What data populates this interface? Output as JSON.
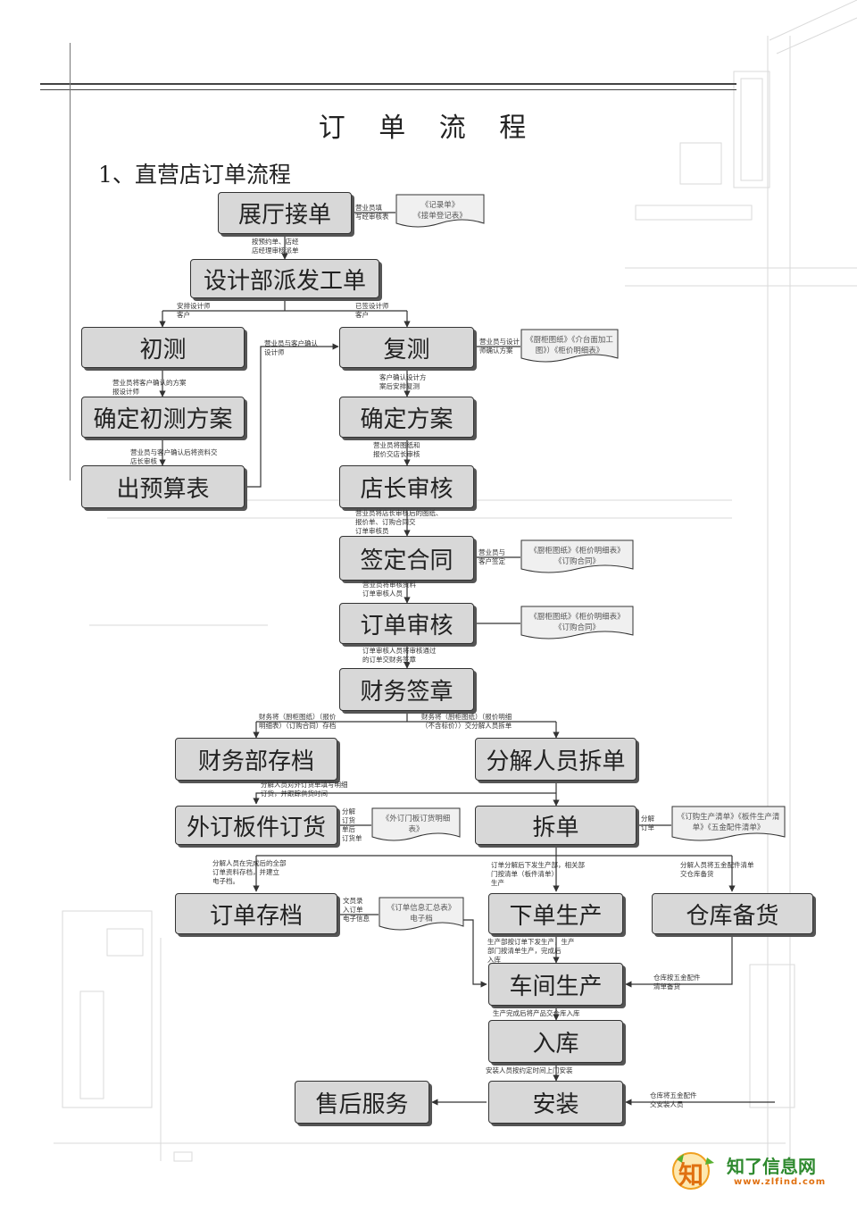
{
  "title": "订 单 流 程",
  "section_heading": "1、直营店订单流程",
  "nodes": {
    "zhanting": "展厅接单",
    "shejibu": "设计部派发工单",
    "chuce": "初测",
    "fuce": "复测",
    "queding_chuce": "确定初测方案",
    "queding_fangan": "确定方案",
    "chu_yusuan": "出预算表",
    "dianzhang": "店长审核",
    "qianding": "签定合同",
    "dingdan_shenhe": "订单审核",
    "caiwu_qianzhang": "财务签章",
    "caiwu_cundang": "财务部存档",
    "fenjie": "分解人员拆单",
    "waiding": "外订板件订货",
    "chaidan": "拆单",
    "dingdan_cundang": "订单存档",
    "xiadan": "下单生产",
    "cangku": "仓库备货",
    "chejian": "车间生产",
    "ruku": "入库",
    "shouhou": "售后服务",
    "anzhuang": "安装"
  },
  "documents": {
    "d1": "《记录单》\n《接单登记表》",
    "d2": "《厨柜图纸》《介台面加工图》）《柜价明细表》",
    "d3": "《厨柜图纸》《柜价明细表》《订购合同》",
    "d4": "《厨柜图纸》《柜价明细表》《订购合同》",
    "d5": "《外订门板订货明细表》",
    "d6": "《订购生产清单》《板件生产清单》《五金配件清单》",
    "d7": "《订单信息汇总表》电子档"
  },
  "notes": {
    "n1": "营业员填\n写经审核表",
    "n2": "按预约单、店经\n店经理审核派单",
    "n3": "安排设计师\n客户",
    "n4": "已签设计师\n客户",
    "n5": "营业员与客户确认\n设计师",
    "n6": "营业员将客户确认的方案\n报设计师",
    "n7": "客户确认设计方\n案后安排复测",
    "n8": "营业员与设计\n师确认方案",
    "n9": "营业员与客户确认后将资料交\n店长审核",
    "n10": "营业员将图纸和\n报价交店长审核",
    "n11": "营业员将店长审核后的图纸、\n报价单、订购合同交\n订单审核员",
    "n12": "营业员与\n客户签定",
    "n13": "营业员将审核资料\n订单审核人员",
    "n14": "订单审核人员将审核通过\n的订单交财务签章",
    "n15": "财务将（厨柜图纸）（报价\n明细表）（订购合同）存档",
    "n16": "财务将（厨柜图纸）（报价明细\n（不含标价））交分解人员拆单",
    "n17": "分解人员对外订货单填写明细\n订货，并跟踪供货时间",
    "n18": "分解\n订货\n单后\n订货单",
    "n19": "分解\n订单",
    "n20": "分解人员在完成后的全部\n订单资料存档，并建立\n电子档。",
    "n21": "订单分解后下发生产部，相关部\n门按清单（板件清单）\n生产",
    "n22": "分解人员将五金配件清单\n交仓库备货",
    "n23": "文员录\n入订单\n电子信息",
    "n24": "生产部按订单下发生产，生产\n部门按清单生产，完成后\n入库",
    "n25": "仓库按五金配件\n清单备货",
    "n26": "生产完成后将产品交仓库入库",
    "n27": "安装人员按约定时间上门安装",
    "n28": "仓库将五金配件\n交安装人员"
  },
  "logo": {
    "mark": "知",
    "text": "知了信息网",
    "url": "www.zlfind.com"
  }
}
